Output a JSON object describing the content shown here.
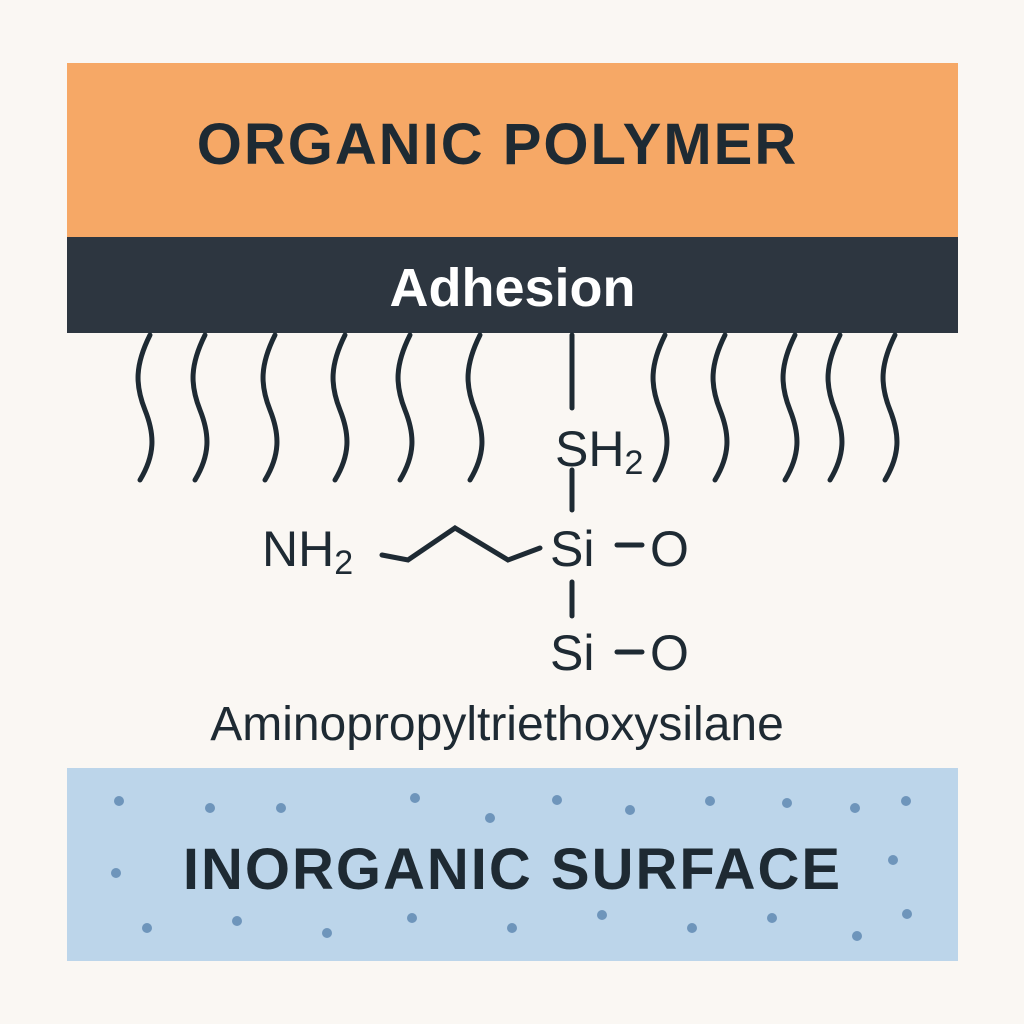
{
  "diagram": {
    "top_layer_label": "ORGANIC POLYMER",
    "interface_label": "Adhesion",
    "bottom_layer_label": "INORGANIC SURFACE",
    "compound_name": "Aminopropyltriethoxysilane",
    "molecule": {
      "sh2_symbol": "SH",
      "sh2_subscript": "2",
      "nh2_symbol": "NH",
      "nh2_subscript": "2",
      "silicon_1": "Si",
      "oxygen_1": "O",
      "silicon_2": "Si",
      "oxygen_2": "O"
    },
    "colors": {
      "polymer": "#f6a866",
      "interface": "#2d3640",
      "surface": "#bcd5ea",
      "text": "#1e2a33",
      "dots": "#6e95bb",
      "background": "#faf7f3"
    }
  }
}
